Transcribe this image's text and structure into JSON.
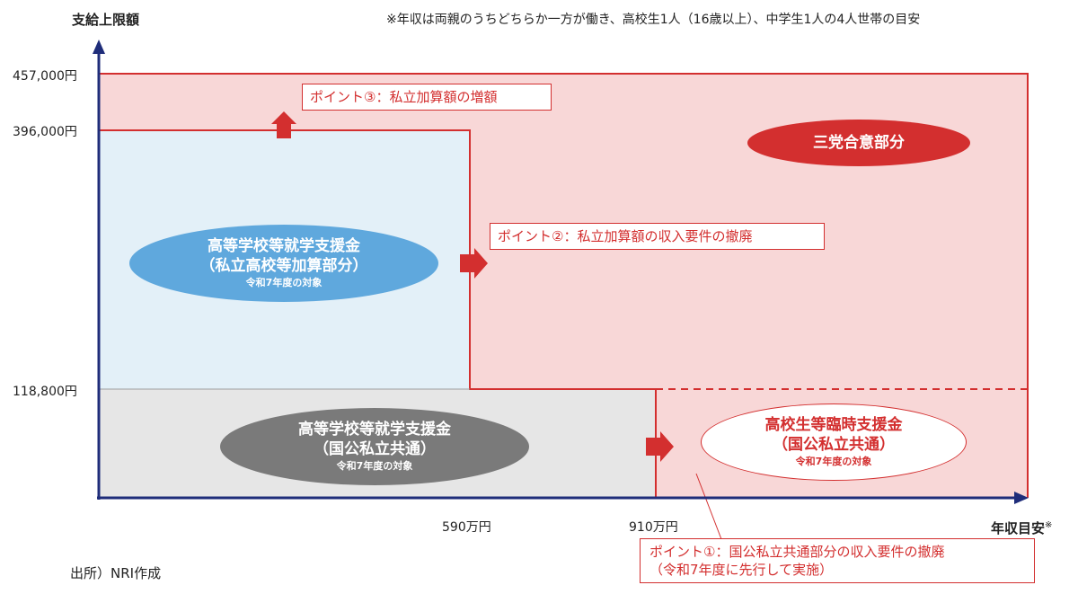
{
  "colors": {
    "red": "#d32f2f",
    "pink_fill": "#f8d7d7",
    "blue_fill": "#e3f0f8",
    "blue_ellipse": "#5fa8dd",
    "gray_fill": "#e6e6e6",
    "gray_ellipse": "#7a7a7a",
    "axis": "#1f2d7a"
  },
  "axes": {
    "y_title": "支給上限額",
    "x_title": "年収目安",
    "x_title_mark": "※",
    "y_ticks": [
      "457,000円",
      "396,000円",
      "118,800円"
    ],
    "x_ticks": [
      "590万円",
      "910万円"
    ]
  },
  "note": "※年収は両親のうちどちらか一方が働き、高校生1人（16歳以上）、中学生1人の4人世帯の目安",
  "source": "出所）NRI作成",
  "ellipses": {
    "blue": {
      "line1": "高等学校等就学支援金",
      "line2": "（私立高校等加算部分）",
      "line3": "令和7年度の対象"
    },
    "gray": {
      "line1": "高等学校等就学支援金",
      "line2": "（国公私立共通）",
      "line3": "令和7年度の対象"
    },
    "red_outline": {
      "line1": "高校生等臨時支援金",
      "line2": "（国公私立共通）",
      "line3": "令和7年度の対象"
    },
    "red_solid": {
      "line1": "三党合意部分"
    }
  },
  "callouts": {
    "point3": "ポイント③：私立加算額の増額",
    "point2": "ポイント②：私立加算額の収入要件の撤廃",
    "point1_line1": "ポイント①：国公私立共通部分の収入要件の撤廃",
    "point1_line2": "（令和7年度に先行して実施）"
  }
}
